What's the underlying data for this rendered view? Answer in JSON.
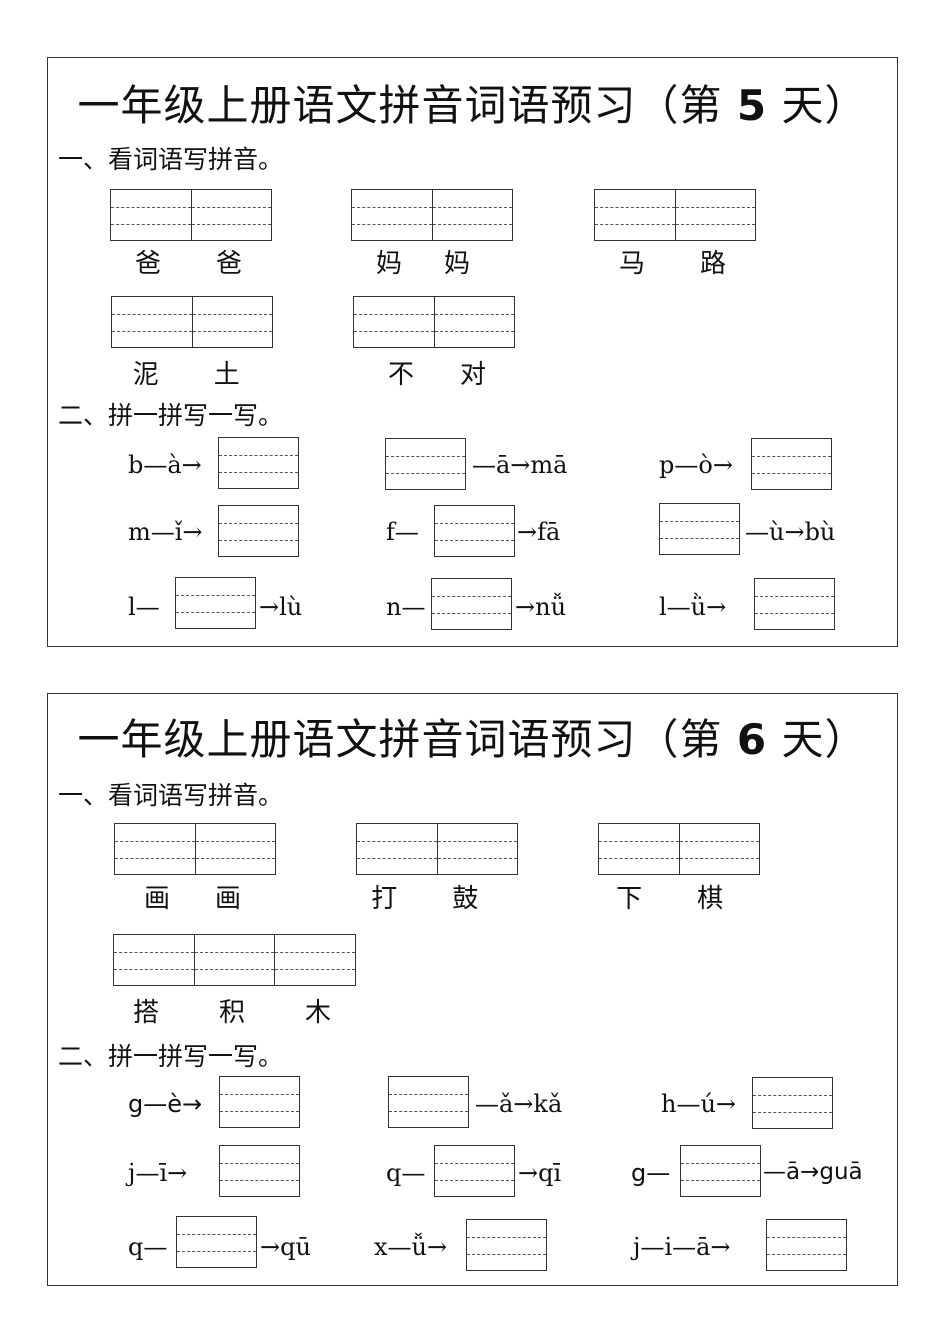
{
  "sheet1": {
    "title_a": "一年级上册语文拼音词语预习（第",
    "title_num": "5",
    "title_b": "天）",
    "section1": "一、看词语写拼音。",
    "section2": "二、拼一拼写一写。",
    "words": [
      [
        "爸",
        "爸"
      ],
      [
        "妈",
        "妈"
      ],
      [
        "马",
        "路"
      ],
      [
        "泥",
        "土"
      ],
      [
        "不",
        "对"
      ]
    ],
    "exercises": [
      {
        "pre": "b—à→",
        "post": ""
      },
      {
        "pre": "",
        "post": "—ā→mā"
      },
      {
        "pre": "p—ò→",
        "post": ""
      },
      {
        "pre": "m—ǐ→",
        "post": ""
      },
      {
        "pre": "f—",
        "post": "→fā"
      },
      {
        "pre": "",
        "post": "—ù→bù"
      },
      {
        "pre": "l—",
        "post": "→lù"
      },
      {
        "pre": "n—",
        "post": "→nǚ"
      },
      {
        "pre": "l—ǜ→",
        "post": ""
      }
    ]
  },
  "sheet2": {
    "title_a": "一年级上册语文拼音词语预习（第",
    "title_num": "6",
    "title_b": "天）",
    "section1": "一、看词语写拼音。",
    "section2": "二、拼一拼写一写。",
    "words": [
      [
        "画",
        "画"
      ],
      [
        "打",
        "鼓"
      ],
      [
        "下",
        "棋"
      ],
      [
        "搭",
        "积",
        "木"
      ]
    ],
    "exercises": [
      {
        "pre": "g—è→",
        "post": ""
      },
      {
        "pre": "",
        "post": "—ǎ→kǎ"
      },
      {
        "pre": "h—ú→",
        "post": ""
      },
      {
        "pre": "j—ī→",
        "post": ""
      },
      {
        "pre": "q—",
        "post": "→qī"
      },
      {
        "pre": "g—",
        "post": "—ā→guā"
      },
      {
        "pre": "q—",
        "post": "→qū"
      },
      {
        "pre": "x—ǚ→",
        "post": ""
      },
      {
        "pre": "j—i—ā→",
        "post": ""
      }
    ]
  }
}
